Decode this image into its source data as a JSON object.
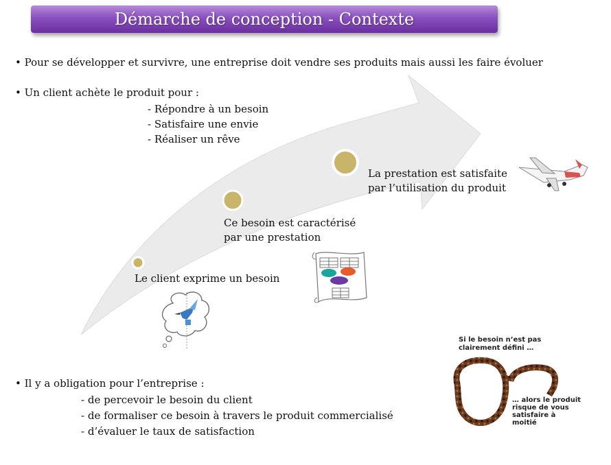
{
  "title": "Démarche de conception - Contexte",
  "intro_bullet": "• Pour se développer et survivre, une entreprise doit vendre ses produits mais aussi les faire évoluer",
  "client_bullet": {
    "heading": "• Un client achète le produit pour :",
    "items": [
      "- Répondre à un besoin",
      "- Satisfaire une envie",
      "- Réaliser un rêve"
    ]
  },
  "steps": [
    {
      "line1": "Le client exprime un besoin"
    },
    {
      "line1": "Ce besoin est caractérisé",
      "line2": "par une prestation"
    },
    {
      "line1": "La prestation est satisfaite",
      "line2": "par l’utilisation du produit"
    }
  ],
  "obligation_bullet": {
    "heading": "• Il y a obligation pour l’entreprise :",
    "items": [
      "- de percevoir le besoin du client",
      "- de formaliser ce besoin à travers le produit commercialisé",
      "- d’évaluer le taux de satisfaction"
    ]
  },
  "cartoon": {
    "top_line1": "Si le besoin n’est pas",
    "top_line2": "clairement défini …",
    "bottom_line1": "… alors le produit",
    "bottom_line2": "risque de vous",
    "bottom_line3": "satisfaire à",
    "bottom_line4": "moitié"
  },
  "colors": {
    "title_bg": "#7b3fb0",
    "arrow": "#e9e9e9",
    "dot": "#c9b56a"
  },
  "icons": [
    "thought-bubble-bird-icon",
    "document-diagram-icon",
    "airplane-icon",
    "glasses-icon"
  ]
}
